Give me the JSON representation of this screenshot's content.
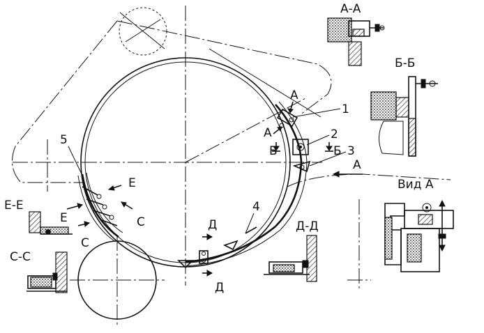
{
  "labels": {
    "section_aa": "А-А",
    "section_bb": "Б-Б",
    "section_ee": "Е-Е",
    "section_cc": "С-С",
    "section_dd": "Д-Д",
    "view_a": "Вид А",
    "letter_a1": "А",
    "letter_a2": "А",
    "letter_a3": "А",
    "letter_b1": "Б",
    "letter_b2": "Б",
    "letter_e1": "Е",
    "letter_e2": "Е",
    "letter_c1": "С",
    "letter_c2": "С",
    "letter_d1": "Д",
    "letter_d2": "Д"
  },
  "callouts": [
    "1",
    "2",
    "3",
    "4",
    "5"
  ]
}
